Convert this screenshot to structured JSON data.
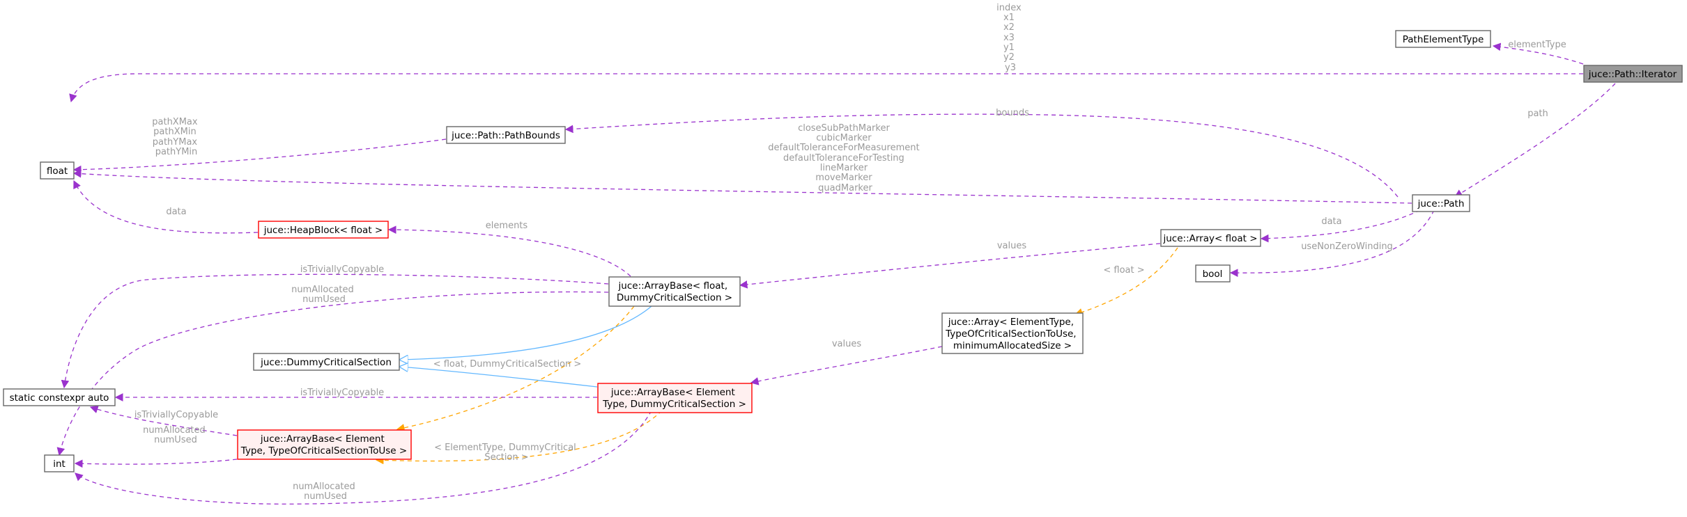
{
  "nodes": {
    "iterator": "juce::Path::Iterator",
    "path_element_type": "PathElementType",
    "float": "float",
    "path_bounds": "juce::Path::PathBounds",
    "path": "juce::Path",
    "heapblock": "juce::HeapBlock< float >",
    "array_float": "juce::Array< float >",
    "bool": "bool",
    "arraybase_float": [
      "juce::ArrayBase< float,",
      "DummyCriticalSection >"
    ],
    "dummy_cs": "juce::DummyCriticalSection",
    "array_template": [
      "juce::Array< ElementType,",
      "TypeOfCriticalSectionToUse,",
      "minimumAllocatedSize >"
    ],
    "static_constexpr": "static constexpr auto",
    "arraybase_elem_dcs": [
      "juce::ArrayBase< Element",
      "Type, DummyCriticalSection >"
    ],
    "arraybase_template": [
      "juce::ArrayBase< Element",
      "Type, TypeOfCriticalSectionToUse >"
    ],
    "int": "int"
  },
  "edge_labels": {
    "iterator_float": [
      "index",
      "x1",
      "x2",
      "x3",
      "y1",
      "y2",
      "y3"
    ],
    "element_type": "elementType",
    "path": "path",
    "bounds": "bounds",
    "pathbounds_float": [
      "pathXMax",
      "pathXMin",
      "pathYMax",
      "pathYMin"
    ],
    "path_float": [
      "closeSubPathMarker",
      "cubicMarker",
      "defaultToleranceForMeasurement",
      "defaultToleranceForTesting",
      "lineMarker",
      "moveMarker",
      "quadMarker"
    ],
    "heap_data": "data",
    "elements": "elements",
    "path_data": "data",
    "use_non_zero": "useNonZeroWinding",
    "values_1": "values",
    "float_spec": "< float >",
    "triv_1": "isTriviallyCopyable",
    "num_1": [
      "numAllocated",
      "numUsed"
    ],
    "values_2": "values",
    "float_dcs": "< float, DummyCriticalSection >",
    "triv_2": "isTriviallyCopyable",
    "triv_3": "isTriviallyCopyable",
    "num_2": [
      "numAllocated",
      "numUsed"
    ],
    "elem_dcs": [
      "< ElementType, DummyCritical",
      "Section >"
    ],
    "num_3": [
      "numAllocated",
      "numUsed"
    ]
  },
  "colors": {
    "member_edge": "#9a32cd",
    "template_edge": "#ffa500",
    "inherit_edge": "#63b8ff",
    "highlight_node": "#999999",
    "incomplete_border": "#ff0000"
  }
}
